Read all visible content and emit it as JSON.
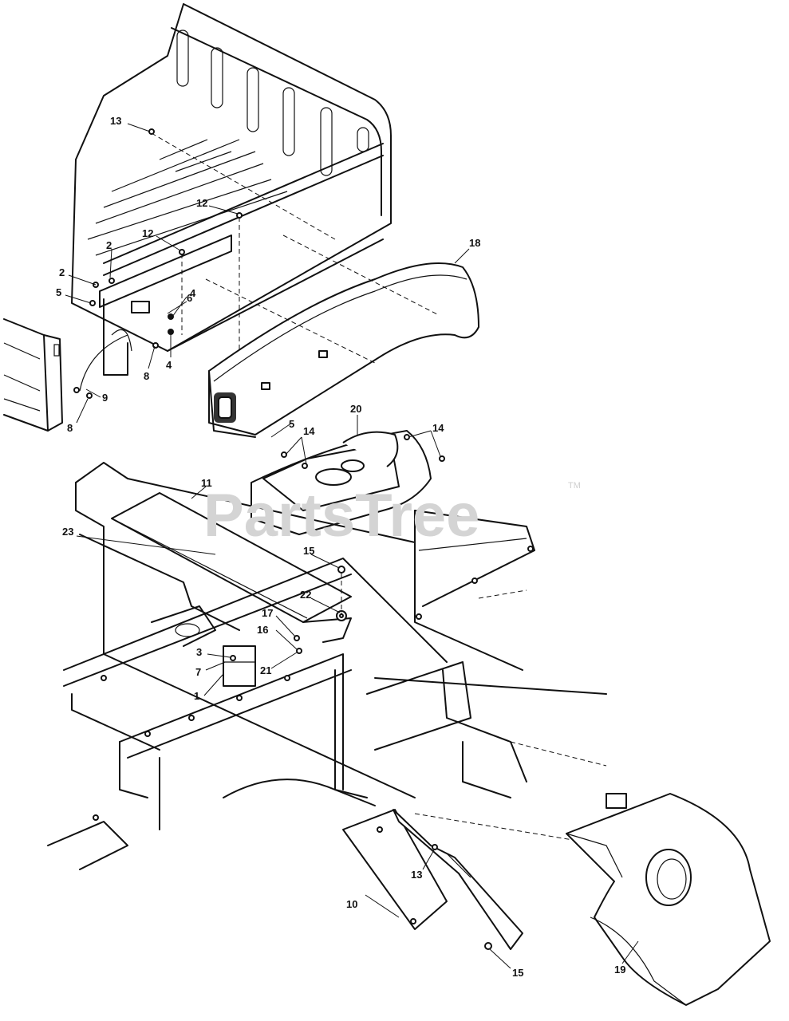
{
  "watermark": {
    "brand": "PartsTree",
    "trademark": "TM"
  },
  "callouts": [
    "13",
    "12",
    "12",
    "2",
    "2",
    "5",
    "6",
    "4",
    "4",
    "8",
    "9",
    "8",
    "18",
    "5",
    "20",
    "14",
    "14",
    "11",
    "23",
    "15",
    "22",
    "17",
    "16",
    "3",
    "7",
    "21",
    "1",
    "10",
    "13",
    "15",
    "19"
  ]
}
